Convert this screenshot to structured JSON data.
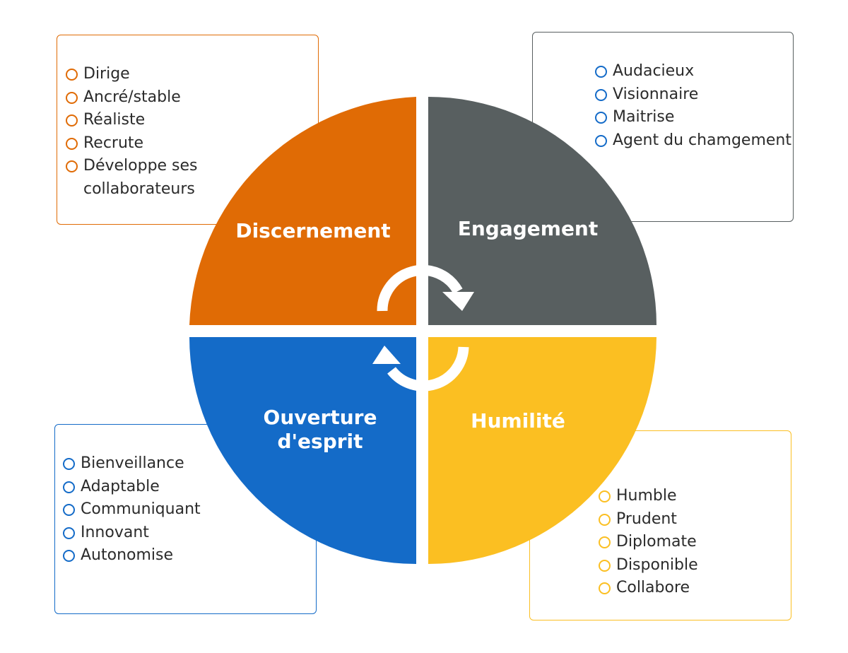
{
  "colors": {
    "orange": "#E06B05",
    "gray": "#585F60",
    "blue": "#146BC8",
    "yellow": "#FBBF22"
  },
  "quadrants": {
    "discernement": "Discernement",
    "engagement": "Engagement",
    "ouverture_line1": "Ouverture",
    "ouverture_line2": "d'esprit",
    "humilite": "Humilité"
  },
  "lists": {
    "discernement": [
      "Dirige",
      "Ancré/stable",
      "Réaliste",
      "Recrute",
      "Développe ses collaborateurs"
    ],
    "engagement": [
      "Audacieux",
      "Visionnaire",
      "Maitrise",
      "Agent du chamgement"
    ],
    "ouverture": [
      "Bienveillance",
      "Adaptable",
      "Communiquant",
      "Innovant",
      "Autonomise"
    ],
    "humilite": [
      "Humble",
      "Prudent",
      "Diplomate",
      "Disponible",
      "Collabore"
    ]
  }
}
